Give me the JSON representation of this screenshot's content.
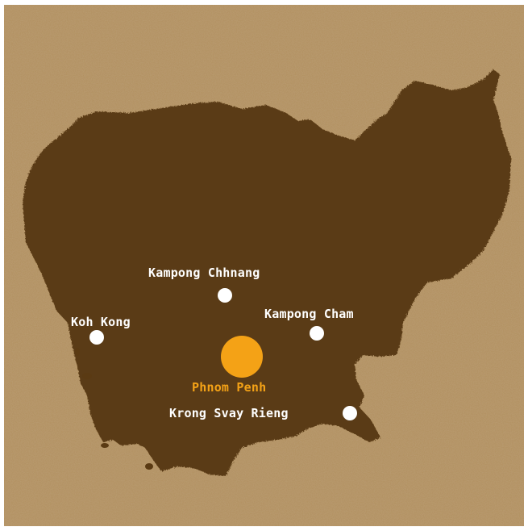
{
  "map": {
    "colors": {
      "paper": "#b28f5d",
      "country": "#5a3a13",
      "city_dot": "#ffffff",
      "city_label": "#ffffff",
      "capital": "#f4a216"
    },
    "cities": [
      {
        "id": "kampong-chhnang",
        "name": "Kampong Chhnang",
        "capital": false
      },
      {
        "id": "koh-kong",
        "name": "Koh Kong",
        "capital": false
      },
      {
        "id": "kampong-cham",
        "name": "Kampong Cham",
        "capital": false
      },
      {
        "id": "phnom-penh",
        "name": "Phnom Penh",
        "capital": true
      },
      {
        "id": "krong-svay-rieng",
        "name": "Krong Svay Rieng",
        "capital": false
      }
    ]
  }
}
